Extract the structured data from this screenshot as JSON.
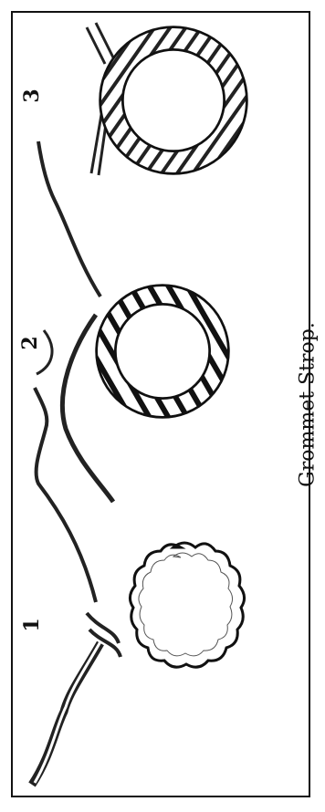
{
  "figure": {
    "caption": "Grommet Strop.",
    "numbers": [
      "1",
      "2",
      "3"
    ],
    "ink_color": "#111111",
    "paper_color": "#ffffff"
  }
}
